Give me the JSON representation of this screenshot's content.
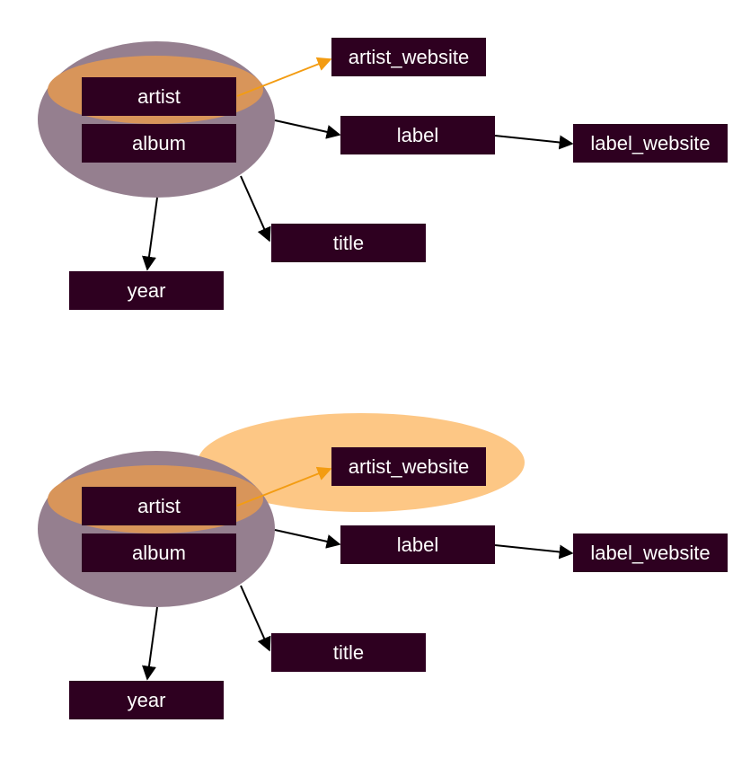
{
  "colors": {
    "node_fill": "#2e0020",
    "node_text": "#ffffff",
    "composite_key_ellipse": "#957f8f",
    "artist_highlight": "#d8955a",
    "artist_group_highlight": "#fdc785",
    "edge_default": "#000000",
    "edge_highlight": "#f39c12"
  },
  "diagrams": [
    {
      "nodes": {
        "artist": "artist",
        "album": "album",
        "artist_website": "artist_website",
        "label": "label",
        "label_website": "label_website",
        "title": "title",
        "year": "year"
      }
    },
    {
      "nodes": {
        "artist": "artist",
        "album": "album",
        "artist_website": "artist_website",
        "label": "label",
        "label_website": "label_website",
        "title": "title",
        "year": "year"
      }
    }
  ]
}
